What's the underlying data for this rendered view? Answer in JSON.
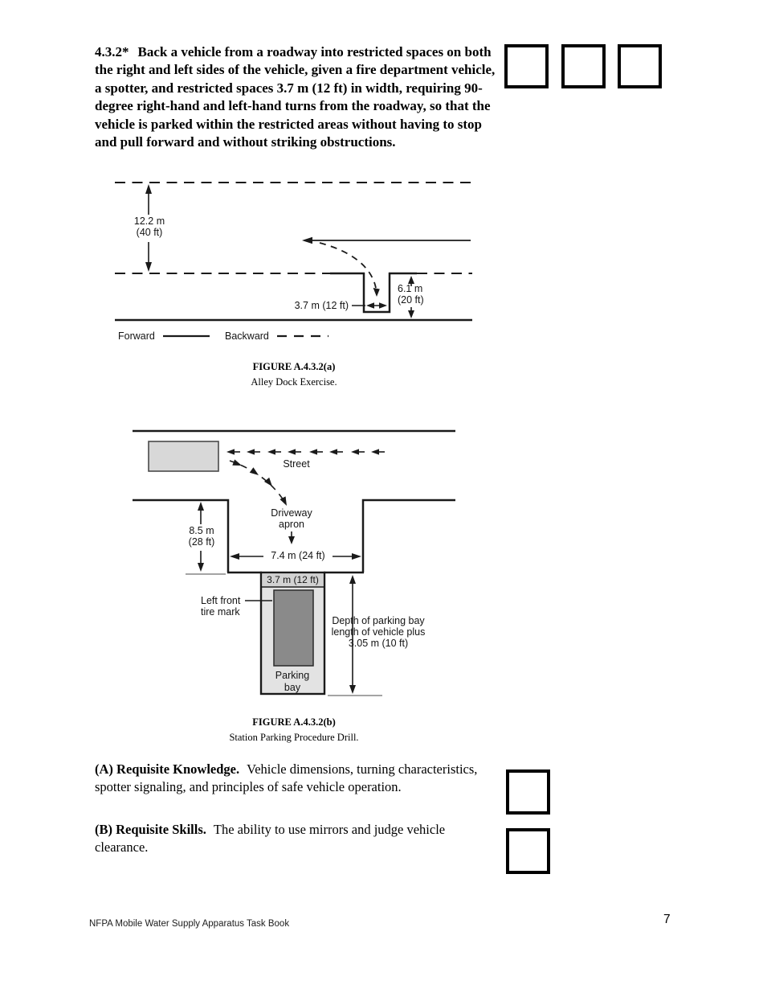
{
  "task": {
    "number": "4.3.2*",
    "text": "Back a vehicle from a roadway into restricted spaces on both the right and left sides of the vehicle, given a fire department vehicle, a spotter, and restricted spaces 3.7 m (12 ft) in width, requiring 90-degree right-hand and left-hand turns from the roadway, so that the vehicle is parked within the restricted areas without having to stop and pull forward and without striking obstructions."
  },
  "figure_a": {
    "title": "FIGURE A.4.3.2(a)",
    "caption": "Alley Dock Exercise.",
    "labels": {
      "lane_width_m": "12.2 m",
      "lane_width_ft": "(40 ft)",
      "dock_width": "3.7 m (12 ft)",
      "dock_depth_m": "6.1 m",
      "dock_depth_ft": "(20 ft)",
      "legend_forward": "Forward",
      "legend_backward": "Backward"
    }
  },
  "figure_b": {
    "title": "FIGURE A.4.3.2(b)",
    "caption": "Station Parking Procedure Drill.",
    "labels": {
      "street": "Street",
      "driveway_line1": "Driveway",
      "driveway_line2": "apron",
      "apron_depth_m": "8.5 m",
      "apron_depth_ft": "(28 ft)",
      "apron_width": "7.4 m (24 ft)",
      "bay_width": "3.7 m (12 ft)",
      "tire_mark_line1": "Left front",
      "tire_mark_line2": "tire mark",
      "depth_line1": "Depth of parking bay",
      "depth_line2": "length of vehicle plus",
      "depth_line3": "3.05 m (10 ft)",
      "bay_line1": "Parking",
      "bay_line2": "bay"
    }
  },
  "requisites": {
    "a_label": "(A) Requisite Knowledge.",
    "a_text": "Vehicle dimensions, turning characteristics, spotter signaling, and principles of safe vehicle operation.",
    "b_label": "(B) Requisite Skills.",
    "b_text": "The ability to use mirrors and judge vehicle clearance."
  },
  "footer": {
    "title": "NFPA Mobile Water Supply Apparatus Task Book",
    "page_number": "7"
  },
  "colors": {
    "line": "#1a1a1a",
    "vehicle_light": "#d8d8d8",
    "bay_fill": "#e3e3e3",
    "strip_fill": "#d2d2d2",
    "vehicle_dark": "#8a8a8a"
  }
}
